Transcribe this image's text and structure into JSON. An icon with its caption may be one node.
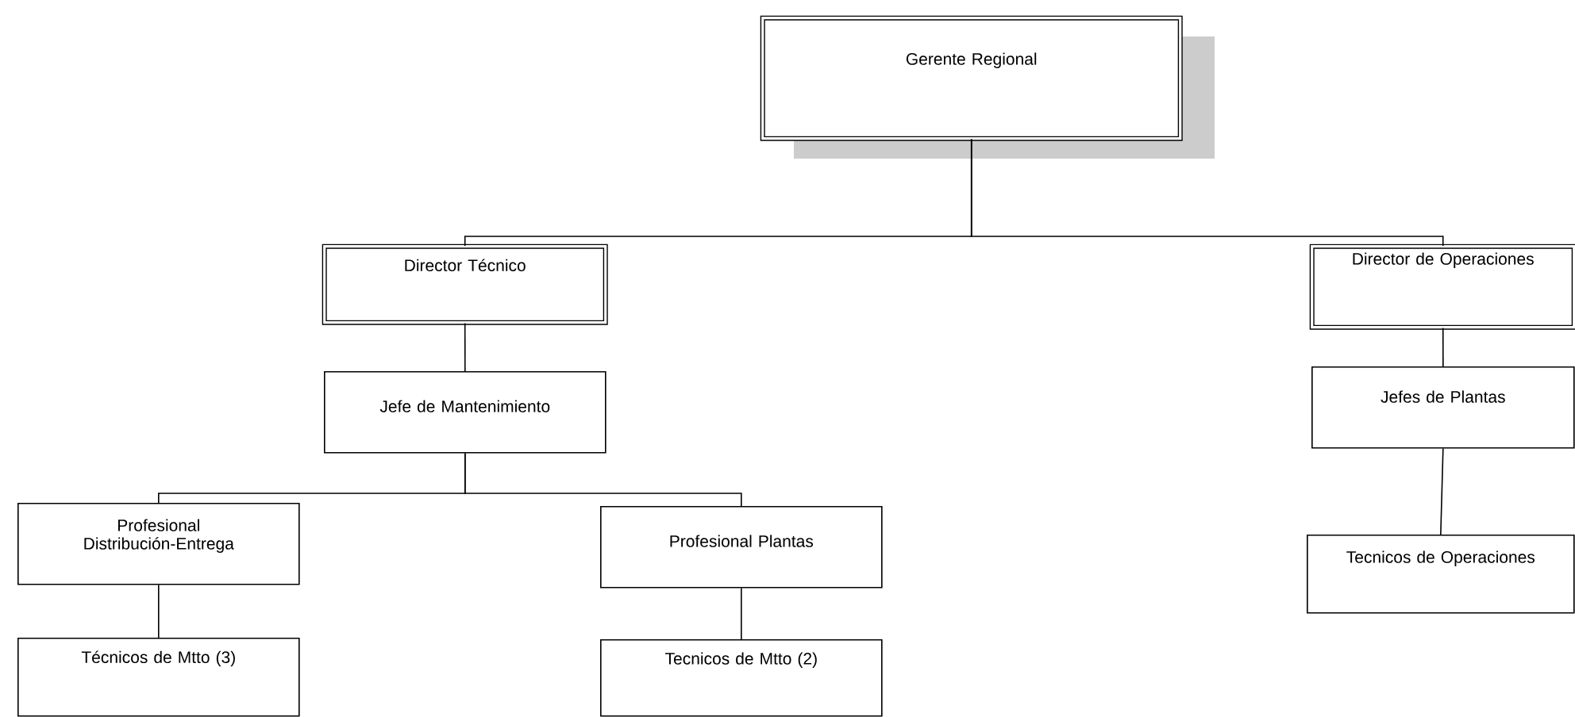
{
  "diagram": {
    "nodes": [
      {
        "text": [
          "Gerente Regional"
        ]
      },
      {
        "text": [
          "Director Técnico"
        ]
      },
      {
        "text": [
          "Jefe de Mantenimiento"
        ]
      },
      {
        "text": [
          "Profesional Distribución-Entrega"
        ]
      },
      {
        "text": [
          "Profesional Plantas"
        ]
      },
      {
        "text": [
          "Técnicos de Mtto (3)"
        ]
      },
      {
        "text": [
          "Tecnicos de Mtto (2)"
        ]
      },
      {
        "text": [
          "Director de Operaciones"
        ]
      },
      {
        "text": [
          "Jefes de Plantas"
        ]
      },
      {
        "text": [
          "Tecnicos de Operaciones"
        ]
      }
    ],
    "edges": [
      {
        "from": 0,
        "to": 1,
        "arrow": "none"
      },
      {
        "from": 0,
        "to": 7,
        "arrow": "none"
      },
      {
        "from": 1,
        "to": 2,
        "arrow": "none"
      },
      {
        "from": 2,
        "to": 3,
        "arrow": "none"
      },
      {
        "from": 2,
        "to": 4,
        "arrow": "none"
      },
      {
        "from": 3,
        "to": 5,
        "arrow": "none"
      },
      {
        "from": 4,
        "to": 6,
        "arrow": "none"
      },
      {
        "from": 7,
        "to": 8,
        "arrow": "none"
      },
      {
        "from": 8,
        "to": 9,
        "arrow": "none"
      }
    ]
  }
}
